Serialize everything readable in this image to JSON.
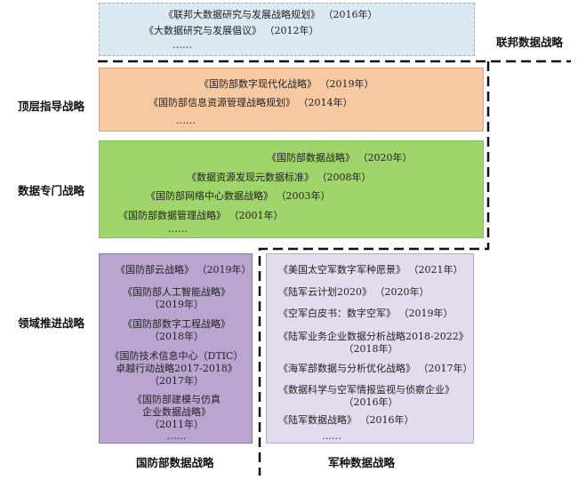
{
  "federal": {
    "label": "联邦数据战略",
    "items": [
      "《联邦大数据研究与发展战略规划》 （2016年）",
      "《大数据研究与发展倡议》 （2012年）",
      "……"
    ],
    "fill": "#dbe9f3",
    "border": "#8db3c9"
  },
  "top": {
    "label": "顶层指导战略",
    "items": [
      "《国防部数字现代化战略》 （2019年）",
      "《国防部信息资源管理战略规划》 （2014年）",
      "……"
    ],
    "fill": "#f7c9a3",
    "border": "#e0a57a"
  },
  "data": {
    "label": "数据专门战略",
    "items": [
      "《国防部数据战略》 （2020年）",
      "《数据资源发现元数据标准》 （2008年）",
      "《国防部网络中心数据战略》 （2003年）",
      "《国防部数据管理战略》 （2001年）",
      "……"
    ],
    "fill": "#9fd56a",
    "border": "#84bf52"
  },
  "domain": {
    "label": "领域推进战略",
    "dod": {
      "label": "国防部数据战略",
      "items": [
        "《国防部云战略》 （2019年）",
        "《国防部人工智能战略》",
        "（2019年）",
        "《国防部数字工程战略》",
        "（2018年）",
        "《国防技术信息中心（DTIC）",
        "卓越行动战略2017-2018》",
        "（2017年）",
        "《国防部建模与仿真",
        "企业数据战略》",
        "（2011年）",
        "……"
      ],
      "fill": "#b9a5cf",
      "border": "#8f77ad"
    },
    "military": {
      "label": "军种数据战略",
      "items": [
        "《美国太空军数字军种愿景》 （2021年）",
        "《陆军云计划2020》 （2020年）",
        "《空军白皮书：数字空军》 （2019年）",
        "《陆军业务企业数据分析战略2018-2022》",
        "（2018年）",
        "《海军部数据与分析优化战略》 （2017年）",
        "《数据科学与空军情报监视与侦察企业》",
        "（2016年）",
        "《陆军数据战略》 （2016年）",
        "……"
      ],
      "fill": "#e3dcef",
      "border": "#b7a8cf"
    }
  }
}
